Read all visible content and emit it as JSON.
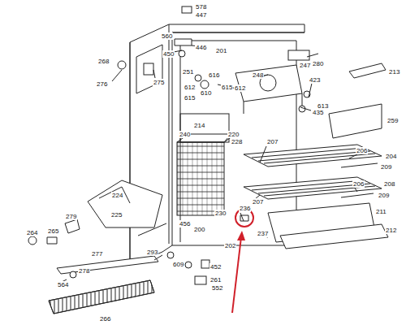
{
  "diagram": {
    "labels": [
      "578",
      "447",
      "560",
      "446",
      "450",
      "201",
      "268",
      "276",
      "275",
      "280",
      "213",
      "247",
      "251",
      "616",
      "248",
      "423",
      "612",
      "615",
      "610",
      "612",
      "615",
      "613",
      "435",
      "259",
      "214",
      "240",
      "220",
      "228",
      "207",
      "206",
      "204",
      "209",
      "224",
      "225",
      "206",
      "208",
      "207",
      "209",
      "456",
      "230",
      "279",
      "264",
      "265",
      "211",
      "200",
      "236",
      "237",
      "212",
      "202",
      "277",
      "293",
      "609",
      "452",
      "278",
      "564",
      "261",
      "552",
      "266"
    ]
  }
}
